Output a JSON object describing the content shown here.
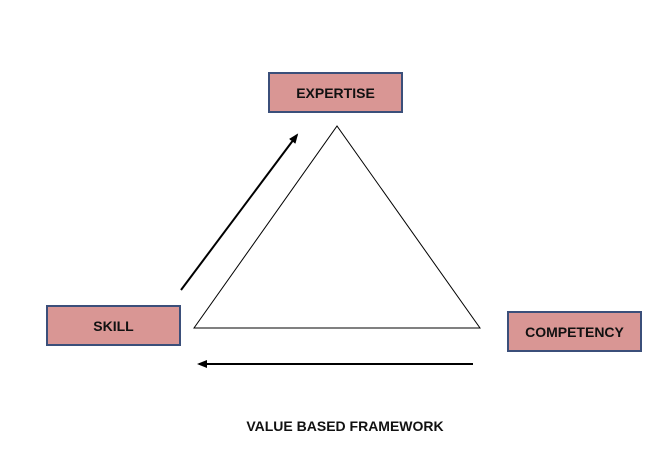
{
  "diagram": {
    "nodes": {
      "expertise": {
        "label": "EXPERTISE"
      },
      "skill": {
        "label": "SKILL"
      },
      "competency": {
        "label": "COMPETENCY"
      }
    },
    "caption": "VALUE BASED FRAMEWORK",
    "box_fill": "#d99694",
    "box_border": "#3b4f7a",
    "line_color": "#000000"
  }
}
